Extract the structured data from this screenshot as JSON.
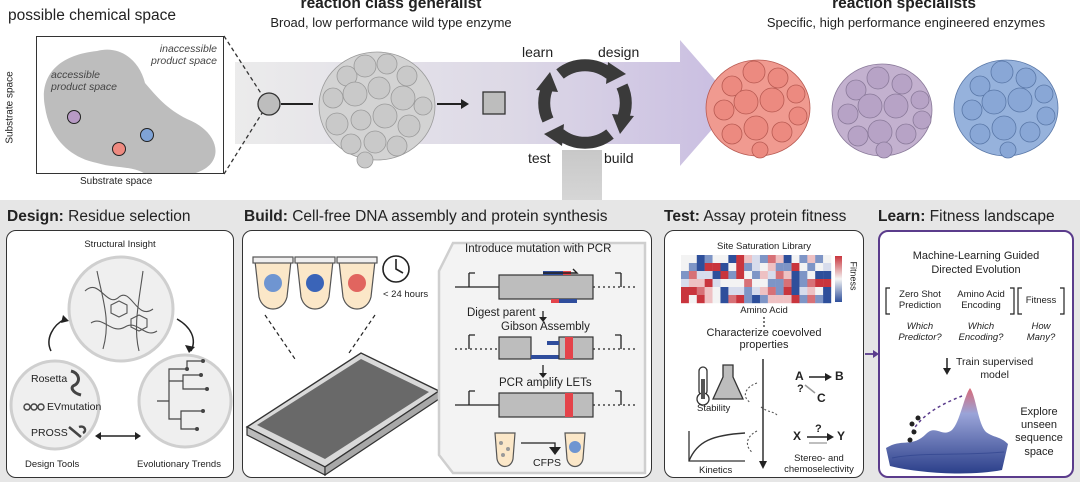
{
  "top": {
    "chem_space_title": "possible chemical space",
    "inaccessible_label": "inaccessible\nproduct space",
    "accessible_label": "accessible\nproduct space",
    "substrate_y": "Substrate space",
    "substrate_x": "Substrate space",
    "generalist_title": "reaction class generalist",
    "generalist_sub": "Broad, low performance wild type enzyme",
    "specialists_title": "reaction specialists",
    "specialists_sub": "Specific, high performance engineered enzymes",
    "cycle": {
      "learn": "learn",
      "design": "design",
      "test": "test",
      "build": "build"
    }
  },
  "design": {
    "head_bold": "Design:",
    "head_rest": " Residue selection",
    "structural_insight": "Structural Insight",
    "rosetta": "Rosetta",
    "evmutation": "EVmutation",
    "pross": "PROSS",
    "design_tools": "Design Tools",
    "evolutionary_trends": "Evolutionary Trends"
  },
  "build": {
    "head_bold": "Build:",
    "head_rest": " Cell-free DNA assembly and protein synthesis",
    "time_label": "< 24 hours",
    "step1": "Introduce mutation with PCR",
    "step2": "Digest parent",
    "step3": "Gibson Assembly",
    "step4": "PCR amplify LETs",
    "step5": "CFPS"
  },
  "test": {
    "head_bold": "Test:",
    "head_rest": " Assay protein fitness",
    "library_title": "Site Saturation Library",
    "fitness_label": "Fitness",
    "amino_acid": "Amino Acid",
    "coevolved": "Characterize coevolved\nproperties",
    "stability": "Stability",
    "kinetics": "Kinetics",
    "selectivity": "Stereo- and\nchemoselectivity",
    "a_label": "A",
    "b_label": "B",
    "c_label": "C",
    "x_label": "X",
    "y_label": "Y",
    "q_label": "?"
  },
  "learn": {
    "head_bold": "Learn:",
    "head_rest": " Fitness landscape",
    "ml_title": "Machine-Learning Guided\nDirected Evolution",
    "zero_shot": "Zero Shot\nPrediction",
    "aa_encoding": "Amino Acid\nEncoding",
    "fitness": "Fitness",
    "which_predictor": "Which\nPredictor?",
    "which_encoding": "Which\nEncoding?",
    "how_many": "How\nMany?",
    "train": "Train supervised\nmodel",
    "explore": "Explore\nunseen\nsequence\nspace"
  },
  "colors": {
    "red_dot": "#ee8a80",
    "purple_dot": "#b79ac4",
    "blue_dot": "#7fa3d6",
    "learn_border": "#5b3c8c",
    "pcr_red": "#e4434a",
    "pcr_blue": "#2f4d9c",
    "heat_red": "#c9353d",
    "heat_blue": "#2e4f9b"
  }
}
